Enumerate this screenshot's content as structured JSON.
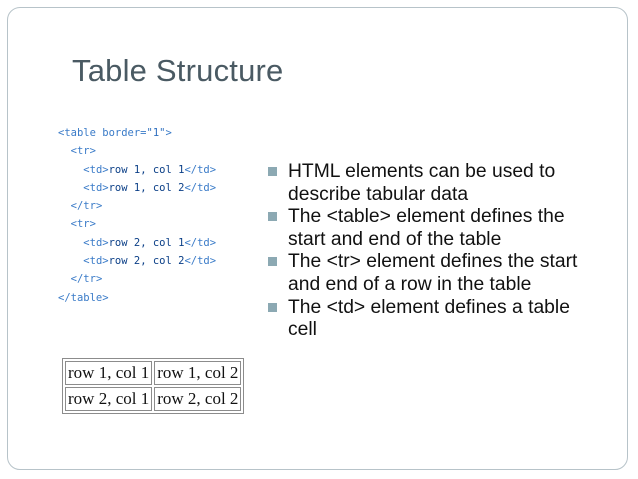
{
  "slide": {
    "title": "Table Structure"
  },
  "code_lines": [
    {
      "indent": "",
      "open": "<table border=",
      "value": "\"1\"",
      "close": ">",
      "text": ""
    },
    {
      "indent": "  ",
      "open": "<tr>",
      "value": "",
      "close": "",
      "text": ""
    },
    {
      "indent": "    ",
      "open": "<td>",
      "value": "",
      "close": "</td>",
      "text": "row 1, col 1"
    },
    {
      "indent": "    ",
      "open": "<td>",
      "value": "",
      "close": "</td>",
      "text": "row 1, col 2"
    },
    {
      "indent": "  ",
      "open": "</tr>",
      "value": "",
      "close": "",
      "text": ""
    },
    {
      "indent": "  ",
      "open": "<tr>",
      "value": "",
      "close": "",
      "text": ""
    },
    {
      "indent": "    ",
      "open": "<td>",
      "value": "",
      "close": "</td>",
      "text": "row 2, col 1"
    },
    {
      "indent": "    ",
      "open": "<td>",
      "value": "",
      "close": "</td>",
      "text": "row 2, col 2"
    },
    {
      "indent": "  ",
      "open": "</tr>",
      "value": "",
      "close": "",
      "text": ""
    },
    {
      "indent": "",
      "open": "</table>",
      "value": "",
      "close": "",
      "text": ""
    }
  ],
  "sample_table": {
    "rows": [
      [
        "row 1, col 1",
        "row 1, col 2"
      ],
      [
        "row 2, col 1",
        "row 2, col 2"
      ]
    ]
  },
  "bullets": [
    "HTML elements can be used to describe tabular data",
    "The <table> element defines the start and end of the table",
    "The <tr> element defines the start and end of a row in the table",
    "The <td> element defines a table cell"
  ],
  "colors": {
    "title": "#4a5a63",
    "code_text": "#0b3f87",
    "code_tag": "#3a7bc8",
    "bullet_marker": "#8ca9b3",
    "frame_border": "#b7c3c9"
  }
}
